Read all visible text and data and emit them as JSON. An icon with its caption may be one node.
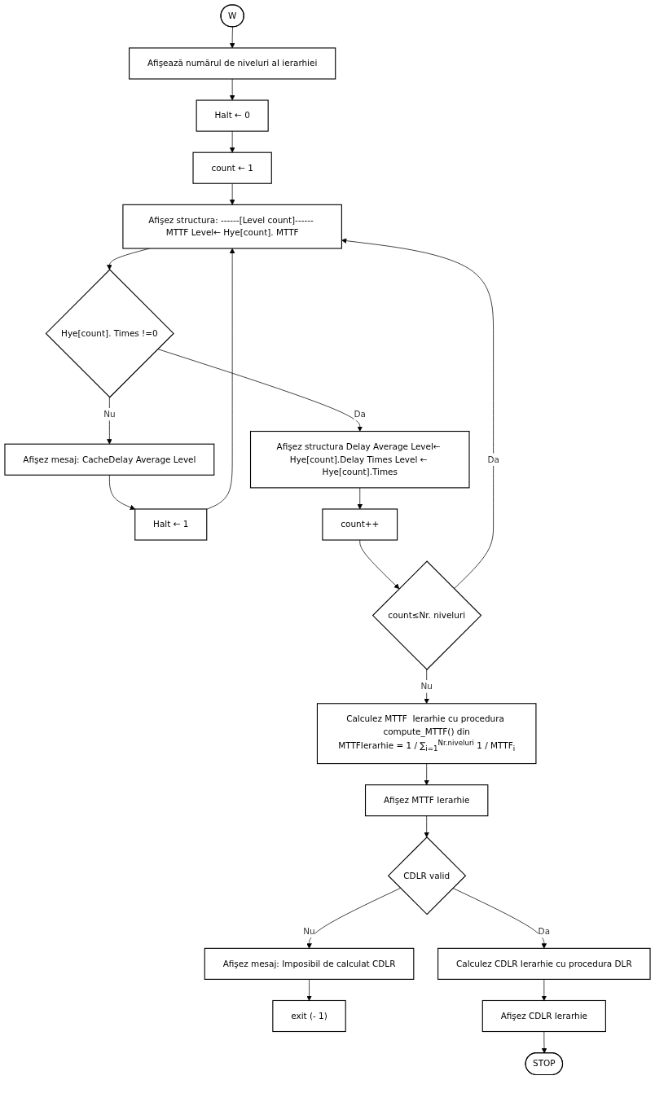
{
  "diagram": {
    "nodes": [
      {
        "text": [
          "W"
        ]
      },
      {
        "text": [
          "Afişează numărul de niveluri aI ierarhiei"
        ]
      },
      {
        "text": [
          "Halt ← 0"
        ]
      },
      {
        "text": [
          "count ← 1"
        ]
      },
      {
        "text": [
          "Afişez structura: ------[Level count]------ MTTF Level← Hye[count]. MTTF"
        ]
      },
      {
        "text": [
          "Hye[count]. Times !=0"
        ]
      },
      {
        "text": [
          "Afişez mesaj: CacheDelay Average Level"
        ]
      },
      {
        "text": [
          "Halt ← 1"
        ]
      },
      {
        "text": [
          "Afişez structura Delay Average Level← Hye[count].Delay Times Level ← Hye[count].Times"
        ]
      },
      {
        "text": [
          "count++"
        ]
      },
      {
        "text": [
          "count≤Nr. niveluri"
        ]
      },
      {
        "text": [
          "Calculez MTTF  Ierarhie cu procedura compute_MTTF() din",
          "MTTFIerarhie = 1 / ∑$_{i=1}$$^{Nr.niveluri}$ 1 / MTTF$_{i}$"
        ]
      },
      {
        "text": [
          "Afişez MTTF Ierarhie"
        ]
      },
      {
        "text": [
          "CDLR valid"
        ]
      },
      {
        "text": [
          "Afişez mesaj: Imposibil de calculat CDLR"
        ]
      },
      {
        "text": [
          "Calculez CDLR Ierarhie cu procedura DLR"
        ]
      },
      {
        "text": [
          "exit (- 1)"
        ]
      },
      {
        "text": [
          "Afişez CDLR Ierarhie"
        ]
      },
      {
        "text": [
          "STOP"
        ]
      }
    ],
    "edges": [
      {
        "from": 0,
        "to": 1,
        "arrow": "to"
      },
      {
        "from": 1,
        "to": 2,
        "arrow": "to"
      },
      {
        "from": 2,
        "to": 3,
        "arrow": "to"
      },
      {
        "from": 3,
        "to": 4,
        "arrow": "to"
      },
      {
        "from": 4,
        "to": 5,
        "arrow": "to"
      },
      {
        "from": 5,
        "to": 6,
        "arrow": "to",
        "label": "Nu"
      },
      {
        "from": 6,
        "to": 7,
        "arrow": "to"
      },
      {
        "from": 5,
        "to": 8,
        "arrow": "to",
        "label": "Da"
      },
      {
        "from": 8,
        "to": 9,
        "arrow": "to"
      },
      {
        "from": 9,
        "to": 10,
        "arrow": "to"
      },
      {
        "from": 10,
        "to": 4,
        "arrow": "to",
        "label": "Da"
      },
      {
        "from": 7,
        "to": 4,
        "arrow": "to"
      },
      {
        "from": 10,
        "to": 11,
        "arrow": "to",
        "label": "Nu"
      },
      {
        "from": 11,
        "to": 12,
        "arrow": "to"
      },
      {
        "from": 12,
        "to": 13,
        "arrow": "to"
      },
      {
        "from": 13,
        "to": 14,
        "arrow": "to",
        "label": "Nu"
      },
      {
        "from": 13,
        "to": 15,
        "arrow": "to",
        "label": "Da"
      },
      {
        "from": 14,
        "to": 16,
        "arrow": "to"
      },
      {
        "from": 15,
        "to": 17,
        "arrow": "to"
      },
      {
        "from": 17,
        "to": 18,
        "arrow": "to"
      }
    ]
  }
}
